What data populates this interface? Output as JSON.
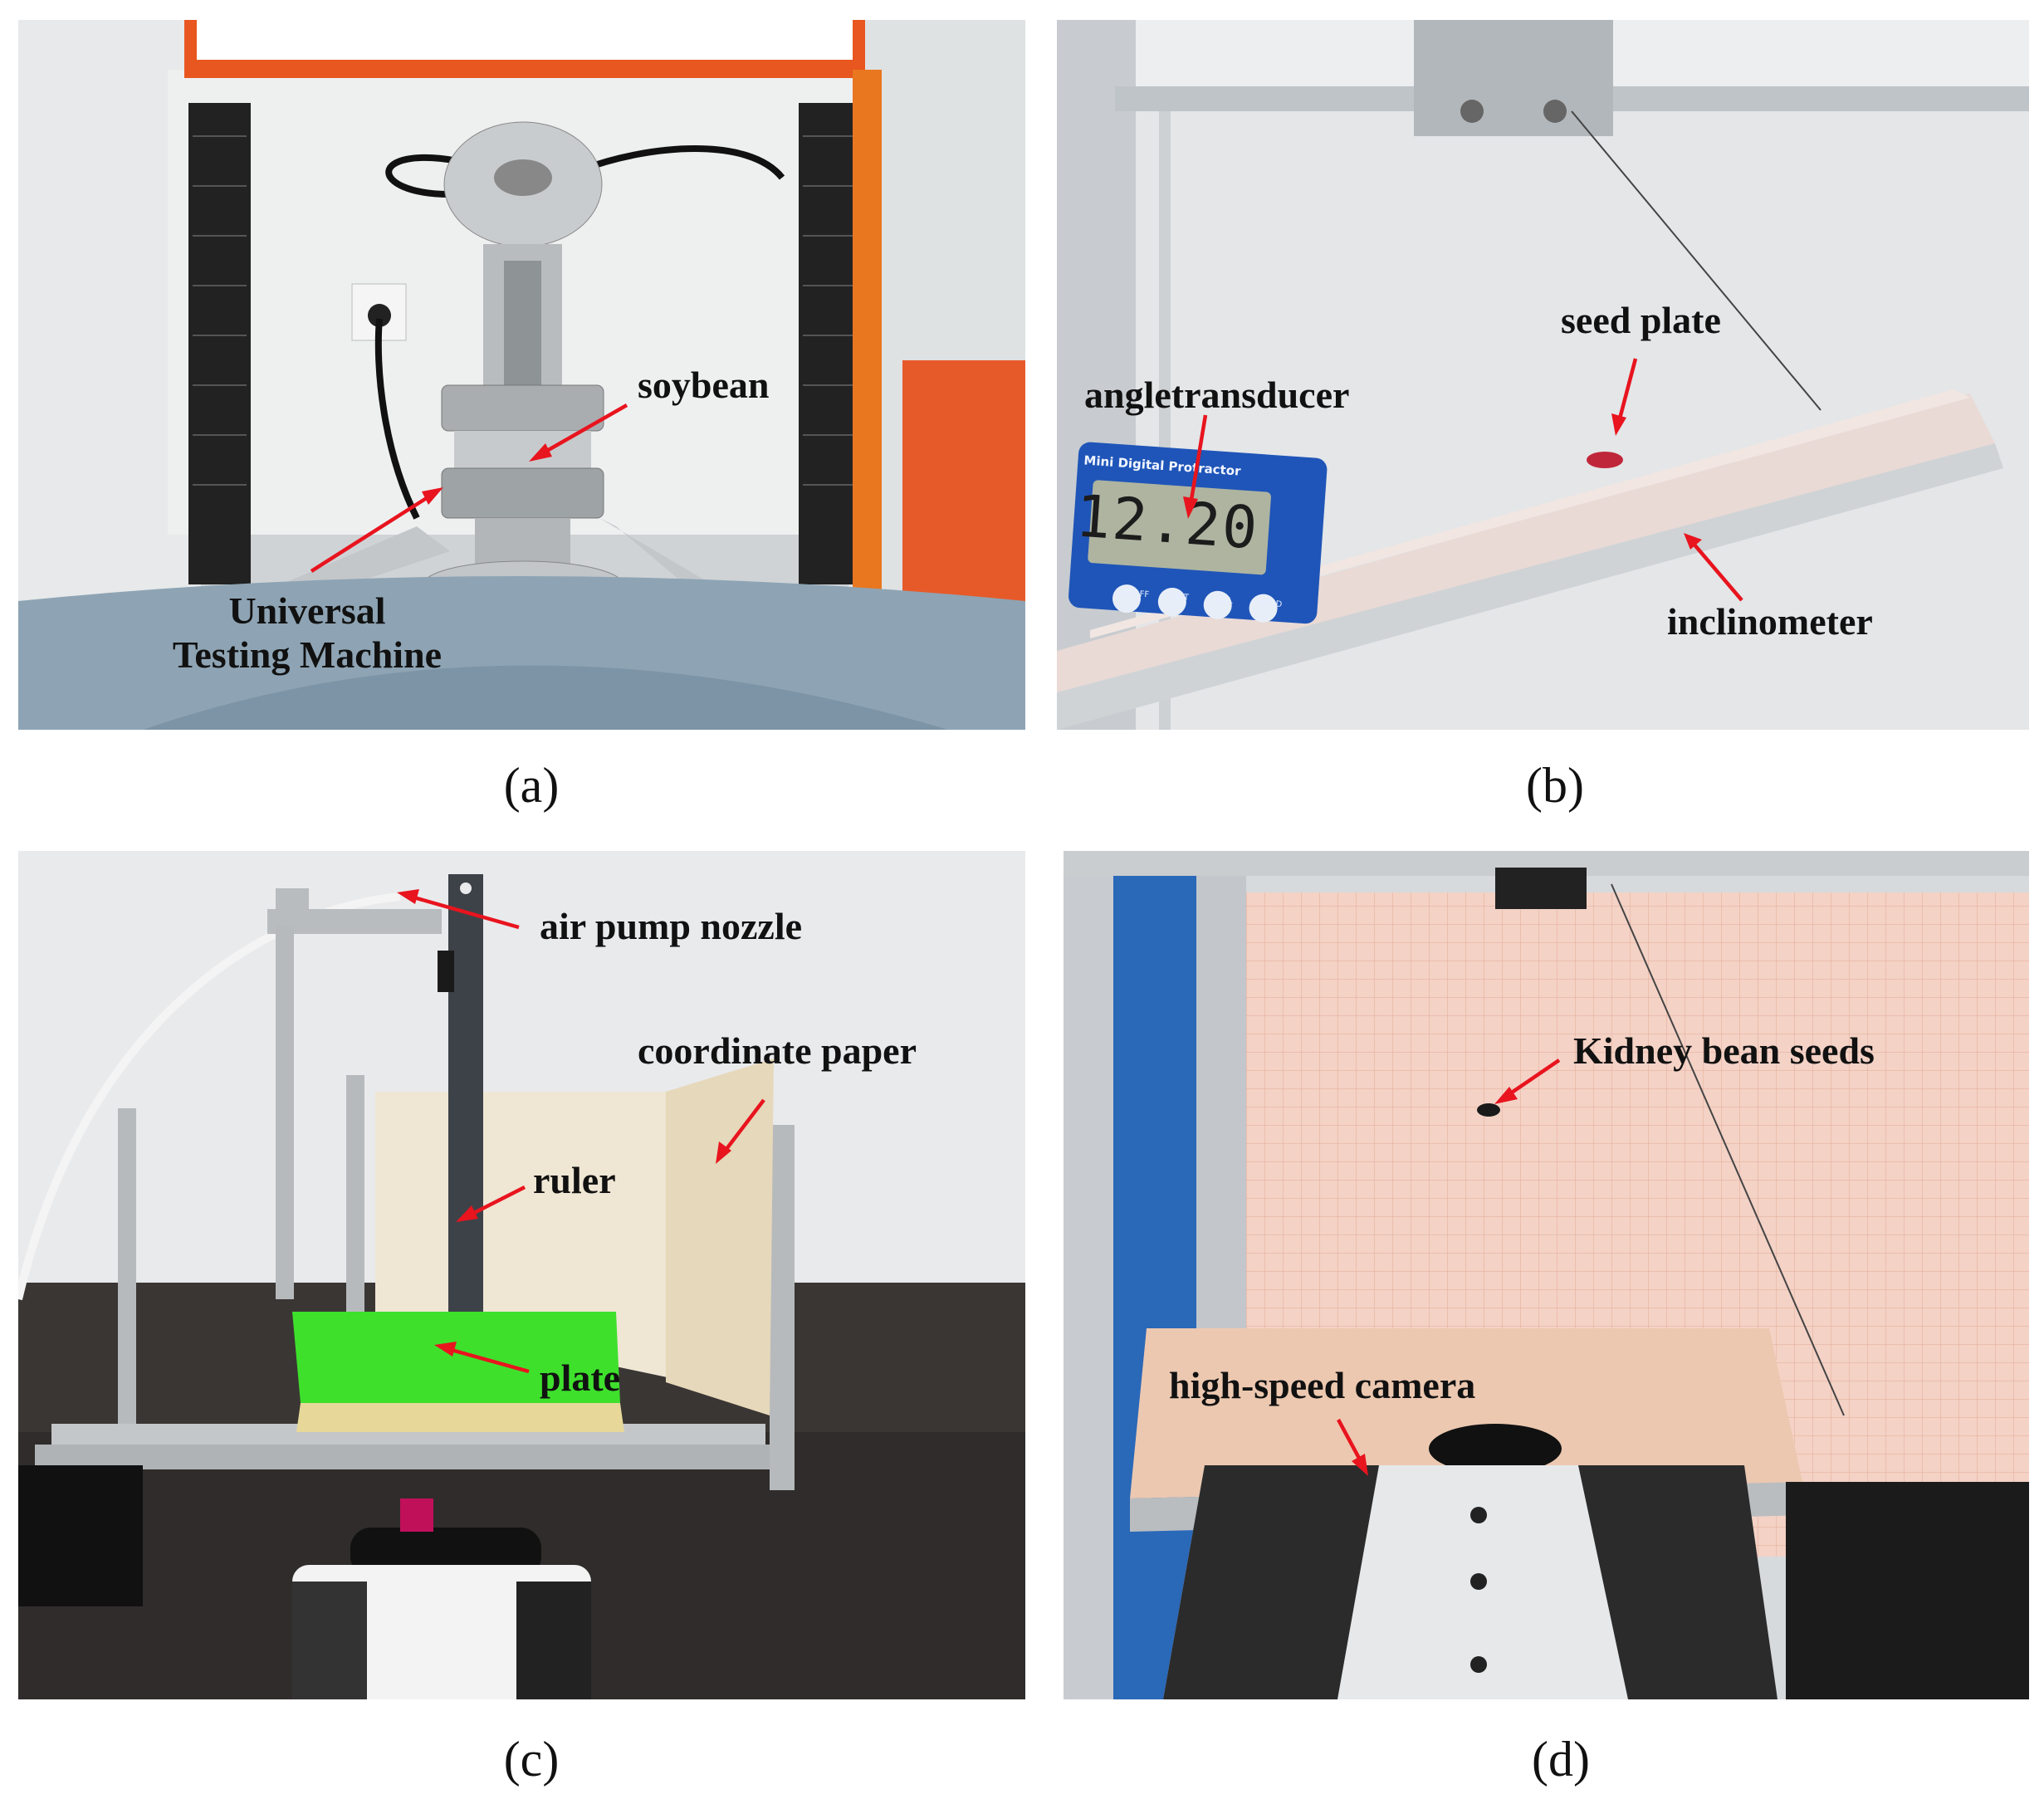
{
  "panels": [
    {
      "caption": "(a)",
      "labels": {
        "soybean": "soybean",
        "machine_line1": "Universal",
        "machine_line2": "Testing Machine"
      }
    },
    {
      "caption": "(b)",
      "labels": {
        "seed_plate": "seed plate",
        "angle_transducer": "angletransducer",
        "inclinometer": "inclinometer"
      },
      "protractor": {
        "title": "Mini Digital Protractor",
        "reading": "12.20",
        "buttons": [
          "ON/OFF",
          "UNIT",
          "CAL",
          "HOLD"
        ]
      }
    },
    {
      "caption": "(c)",
      "labels": {
        "air_pump_nozzle": "air pump nozzle",
        "coordinate_paper": "coordinate paper",
        "ruler": "ruler",
        "plate": "plate"
      }
    },
    {
      "caption": "(d)",
      "labels": {
        "kidney_bean_seeds": "Kidney bean seeds",
        "high_speed_camera": "high-speed camera"
      }
    }
  ],
  "colors": {
    "annotation_arrow": "#e8141e",
    "machine_frame": "#e8571f",
    "green_plate": "#3ee02c",
    "protractor_body": "#1f55b8",
    "grid_paper": "#f4d2c6"
  }
}
